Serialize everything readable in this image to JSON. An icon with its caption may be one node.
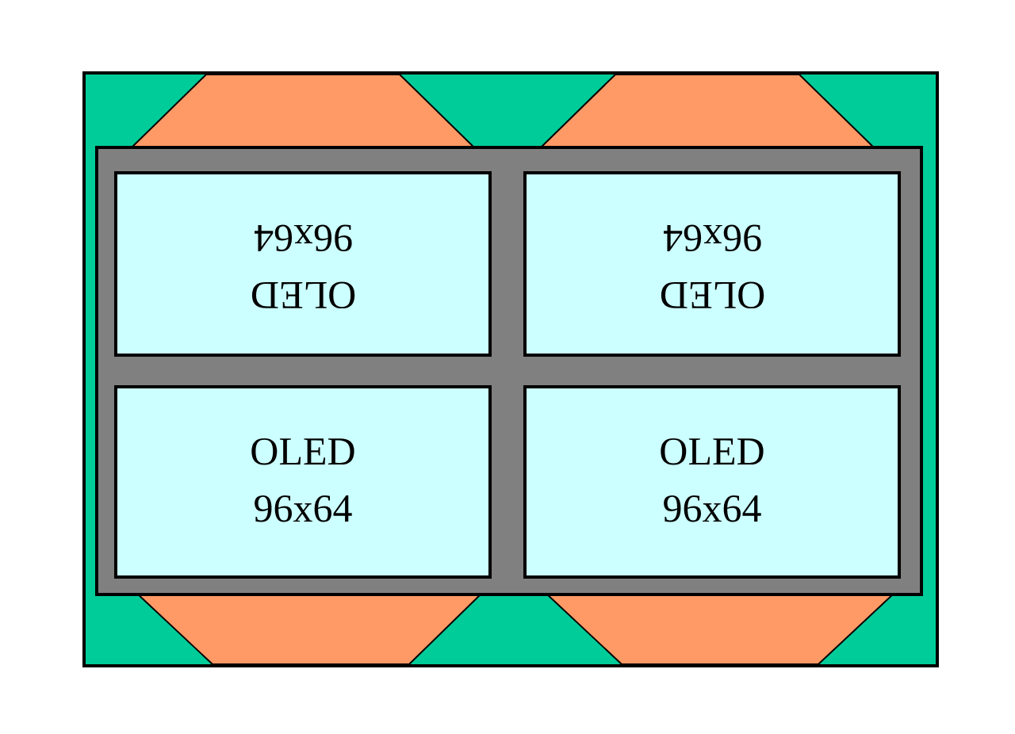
{
  "diagram": {
    "nodes": [
      {
        "text": [],
        "shape": "box"
      },
      {
        "text": [
          "OLED",
          "96x64"
        ],
        "in": 0
      },
      {
        "text": [
          "OLED",
          "96x64"
        ],
        "in": 0
      },
      {
        "text": [
          "OLED",
          "96x64"
        ],
        "in": 0
      },
      {
        "text": [
          "OLED",
          "96x64"
        ],
        "in": 0
      }
    ]
  }
}
